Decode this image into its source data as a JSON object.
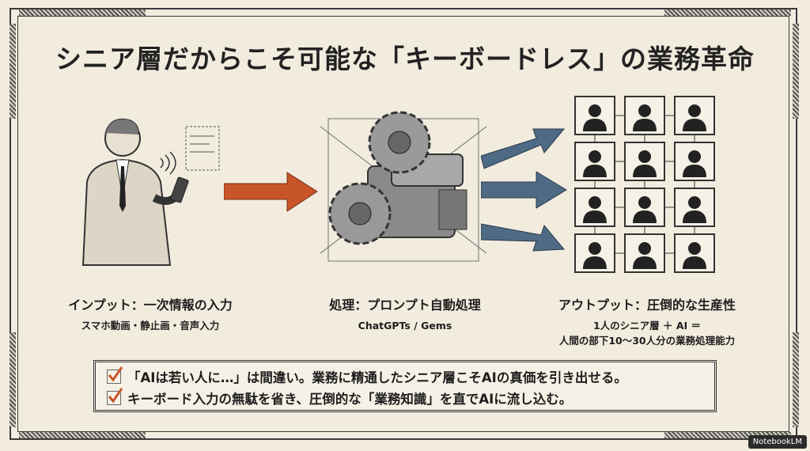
{
  "title": "シニア層だからこそ可能な「キーボードレス」の業務革命",
  "sections": [
    {
      "heading": "インプット：一次情報の入力",
      "lines": [
        "スマホ動画・静止画・音声入力"
      ]
    },
    {
      "heading": "処理：プロンプト自動処理",
      "lines": [
        "ChatGPTs / Gems"
      ]
    },
    {
      "heading": "アウトプット：圧倒的な生産性",
      "lines": [
        "1人のシニア層 ＋ AI ＝",
        "人間の部下10〜30人分の業務処理能力"
      ]
    }
  ],
  "checklist": [
    "「AIは若い人に…」は間違い。業務に精通したシニア層こそAIの真価を引き出せる。",
    "キーボード入力の無駄を省き、圧倒的な「業務知識」を直でAIに流し込む。"
  ],
  "badge": "NotebookLM",
  "colors": {
    "accent_orange": "#c8542a",
    "arrow_blue": "#4f6a85",
    "check": "#c8542a"
  }
}
